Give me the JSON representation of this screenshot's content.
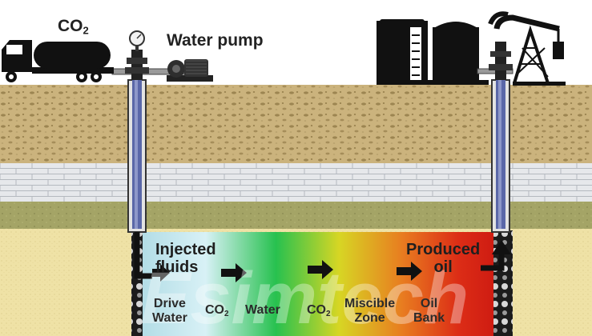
{
  "labels": {
    "co2_truck": {
      "main": "CO",
      "sub": "2"
    },
    "water_pump": "Water pump",
    "injected": [
      "Injected",
      "fluids"
    ],
    "produced": [
      "Produced",
      "oil"
    ],
    "zones": [
      {
        "line1": "Drive",
        "line2": "Water"
      },
      {
        "main": "CO",
        "sub": "2"
      },
      {
        "line1": "Water"
      },
      {
        "main": "CO",
        "sub": "2"
      },
      {
        "line1": "Miscible",
        "line2": "Zone"
      },
      {
        "line1": "Oil",
        "line2": "Bank"
      }
    ]
  },
  "watermark": "Esimtech",
  "colors": {
    "sky": "#ffffff",
    "topsoil": "#c8b07a",
    "brick": "#e9ebee",
    "green_layer": "#a9a868",
    "sand": "#efe3a8",
    "well_casing": "#3e4a8c",
    "gradient": [
      "#a6d6de",
      "#c9ecf2",
      "#1fbf4c",
      "#e9d223",
      "#e26a1d",
      "#d11c12"
    ]
  },
  "icons": [
    "co2-truck-icon",
    "pressure-gauge-icon",
    "water-pump-icon",
    "storage-tank-icon",
    "pumpjack-icon",
    "flow-arrow-icon"
  ]
}
